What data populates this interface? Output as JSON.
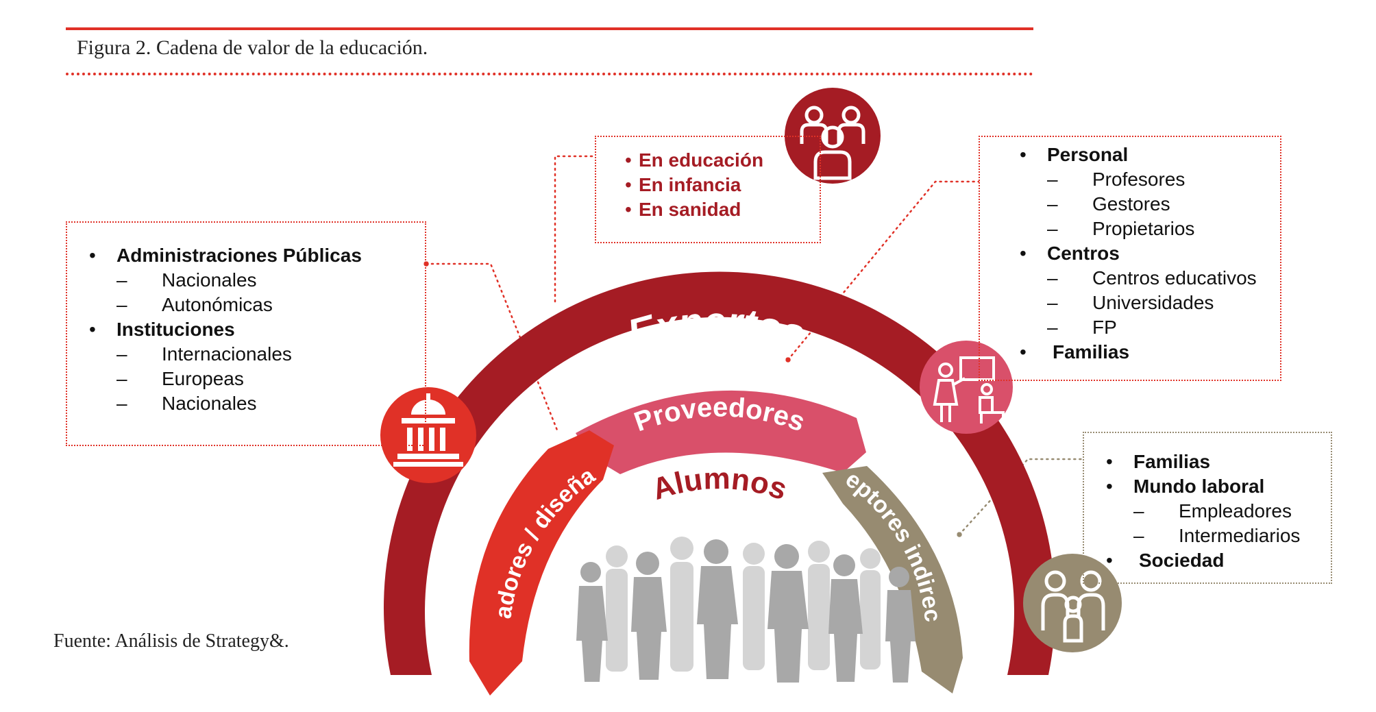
{
  "figure": {
    "caption": "Figura 2. Cadena de valor de la educación.",
    "source": "Fuente: Análisis de Strategy&."
  },
  "colors": {
    "dark_red": "#a51c24",
    "bright_red": "#e03127",
    "pink": "#d9506a",
    "taupe": "#978b71",
    "grey_people": "#a8a8a8"
  },
  "arcs": {
    "outer": "Expertos",
    "middle": "Proveedores",
    "left": "Reguladores / diseñadores",
    "right": "Receptores indirectos",
    "center": "Alumnos"
  },
  "box_expertos": {
    "items": [
      "En educación",
      "En infancia",
      "En sanidad"
    ],
    "bullet": "•"
  },
  "box_reguladores": {
    "groups": [
      {
        "title": "Administraciones Públicas",
        "subs": [
          "Nacionales",
          "Autonómicas"
        ]
      },
      {
        "title": "Instituciones",
        "subs": [
          "Internacionales",
          "Europeas",
          "Nacionales"
        ]
      }
    ],
    "bullet": "•",
    "dash": "–"
  },
  "box_proveedores": {
    "groups": [
      {
        "title": "Personal",
        "subs": [
          "Profesores",
          "Gestores",
          "Propietarios"
        ]
      },
      {
        "title": "Centros",
        "subs": [
          "Centros educativos",
          "Universidades",
          "FP"
        ]
      },
      {
        "title": "Familias",
        "subs": []
      }
    ],
    "bullet": "•",
    "dash": "–"
  },
  "box_receptores": {
    "groups": [
      {
        "title": "Familias",
        "subs": []
      },
      {
        "title": "Mundo laboral",
        "subs": [
          "Empleadores",
          "Intermediarios"
        ]
      },
      {
        "title": "Sociedad",
        "subs": []
      }
    ],
    "bullet": "•",
    "dash": "–"
  },
  "icons": {
    "experts": "group-of-people-icon",
    "regulators": "government-building-icon",
    "providers": "teacher-classroom-icon",
    "receivers": "family-icon",
    "students": "crowd-silhouette-icon"
  }
}
